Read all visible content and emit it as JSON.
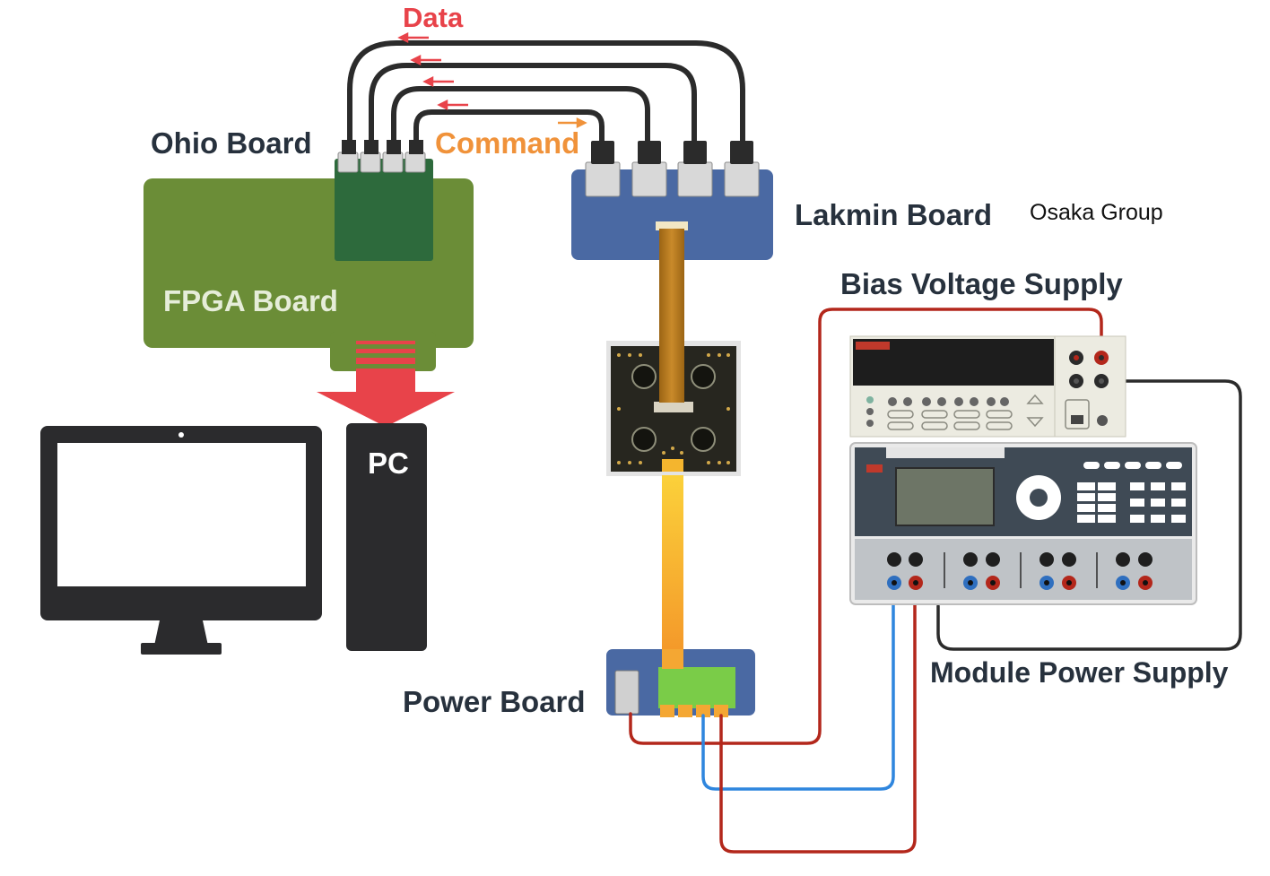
{
  "labels": {
    "data": "Data",
    "command": "Command",
    "ohio_board": "Ohio Board",
    "fpga_board": "FPGA Board",
    "lakmin_board": "Lakmin Board",
    "osaka_group": "Osaka Group",
    "bias_voltage_supply": "Bias Voltage Supply",
    "pc": "PC",
    "power_board": "Power Board",
    "module_power_supply": "Module Power Supply"
  },
  "colors": {
    "data_arrow": "#e8434a",
    "command_text": "#f0923a",
    "fpga": "#6b8d37",
    "ohio": "#2d6a3c",
    "lakmin": "#4a69a3",
    "pc": "#2b2b2d",
    "cable_red": "#b3271b",
    "cable_blue": "#2f86de",
    "cable_black": "#2b2b2b"
  }
}
